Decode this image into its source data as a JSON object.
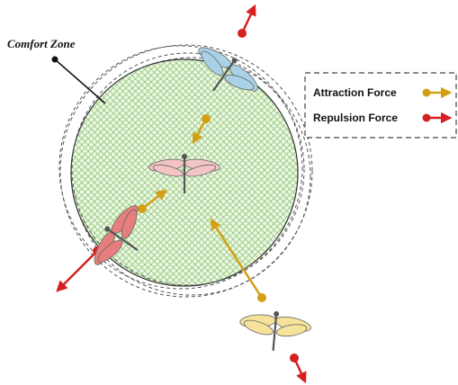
{
  "zone": {
    "label": "Comfort Zone"
  },
  "legend": {
    "items": [
      {
        "label": "Attraction Force",
        "color": "#d3a015",
        "icon": "arrow-right-icon"
      },
      {
        "label": "Repulsion Force",
        "color": "#d62020",
        "icon": "arrow-right-icon"
      }
    ]
  },
  "colors": {
    "hatch": "#8fc87a",
    "zone_fill": "#eef7e4",
    "attraction": "#d3a015",
    "repulsion": "#d62020",
    "dragonfly_center": "#f2c4c4",
    "dragonfly_blue": "#a9d2e6",
    "dragonfly_red": "#e77e7e",
    "dragonfly_yellow": "#f5e39a"
  }
}
